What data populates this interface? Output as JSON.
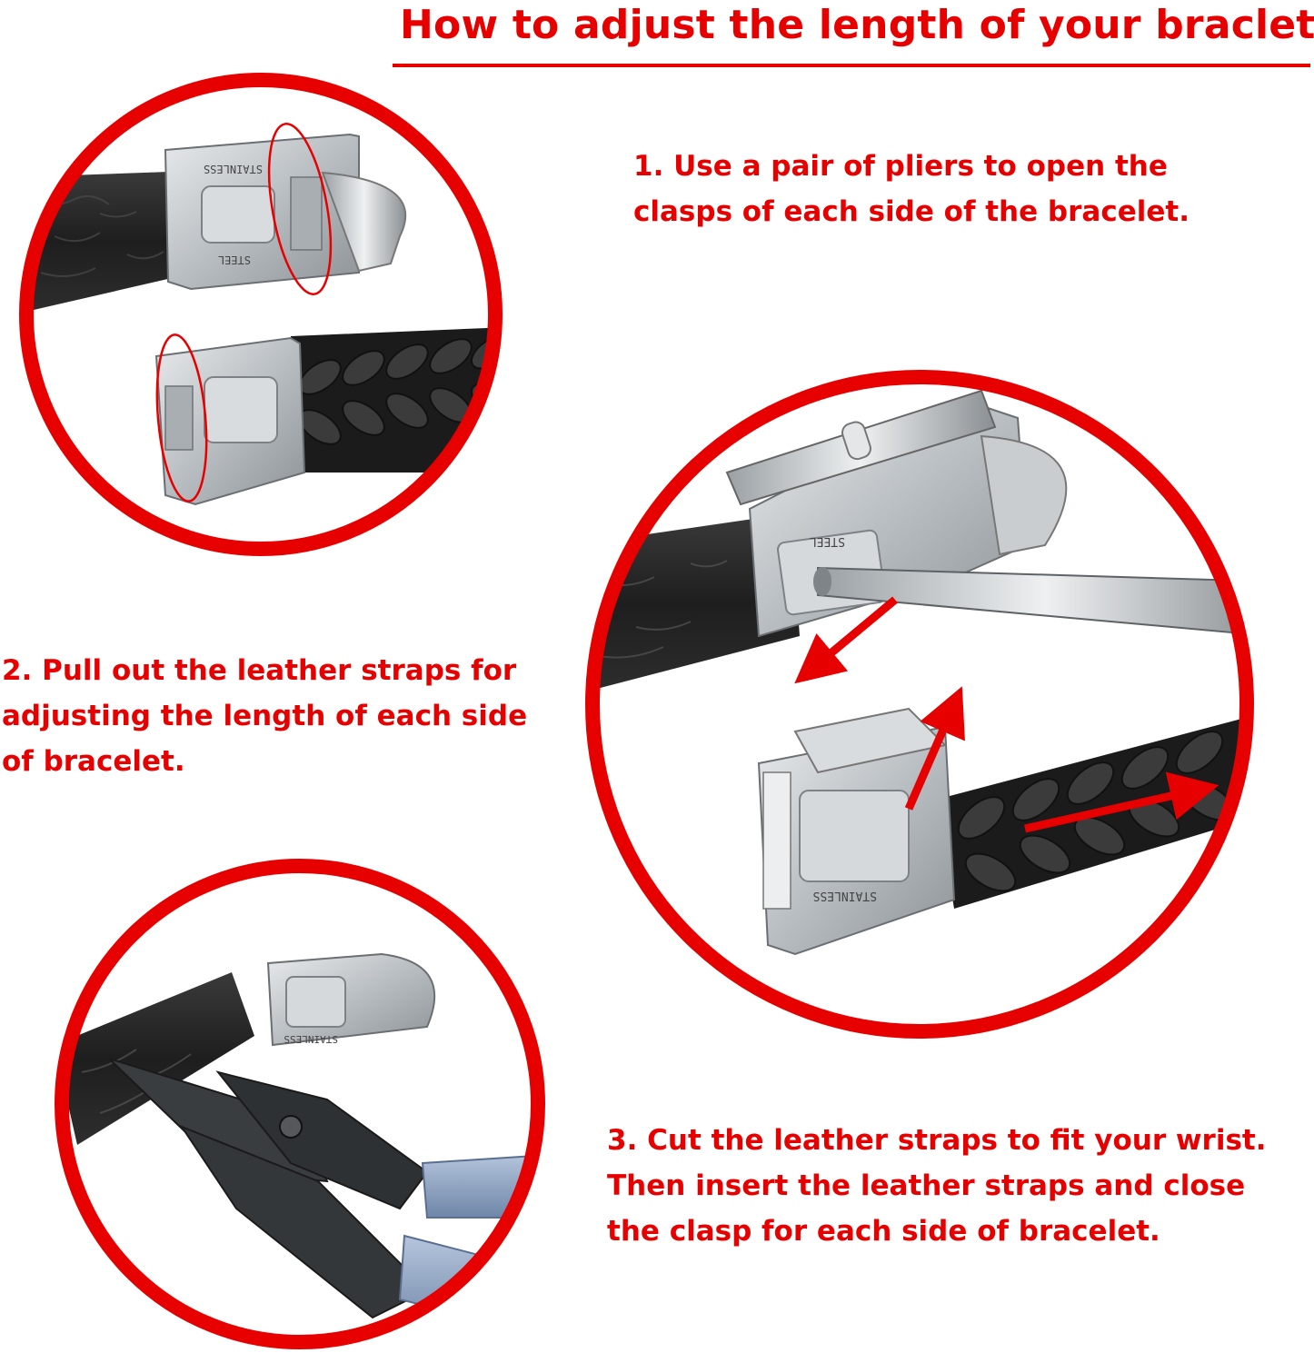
{
  "title": "How to adjust the length of your braclet",
  "steps": [
    {
      "lines": [
        "1. Use a pair of pliers to open the",
        "clasps of each side of the bracelet."
      ]
    },
    {
      "lines": [
        "2. Pull out the leather straps for",
        "adjusting the length of each side",
        "of bracelet."
      ]
    },
    {
      "lines": [
        "3. Cut the leather straps to fit your wrist.",
        "Then insert the leather straps and close",
        "the clasp for each side of  bracelet."
      ]
    }
  ],
  "clasp_engravings": {
    "stainless": "STAINLESS",
    "steel": "STEEL"
  },
  "colors": {
    "accent": "#e60000",
    "leather": "#262626",
    "steel": "#bfc3c6",
    "plier_grip": "#93a9c9"
  }
}
